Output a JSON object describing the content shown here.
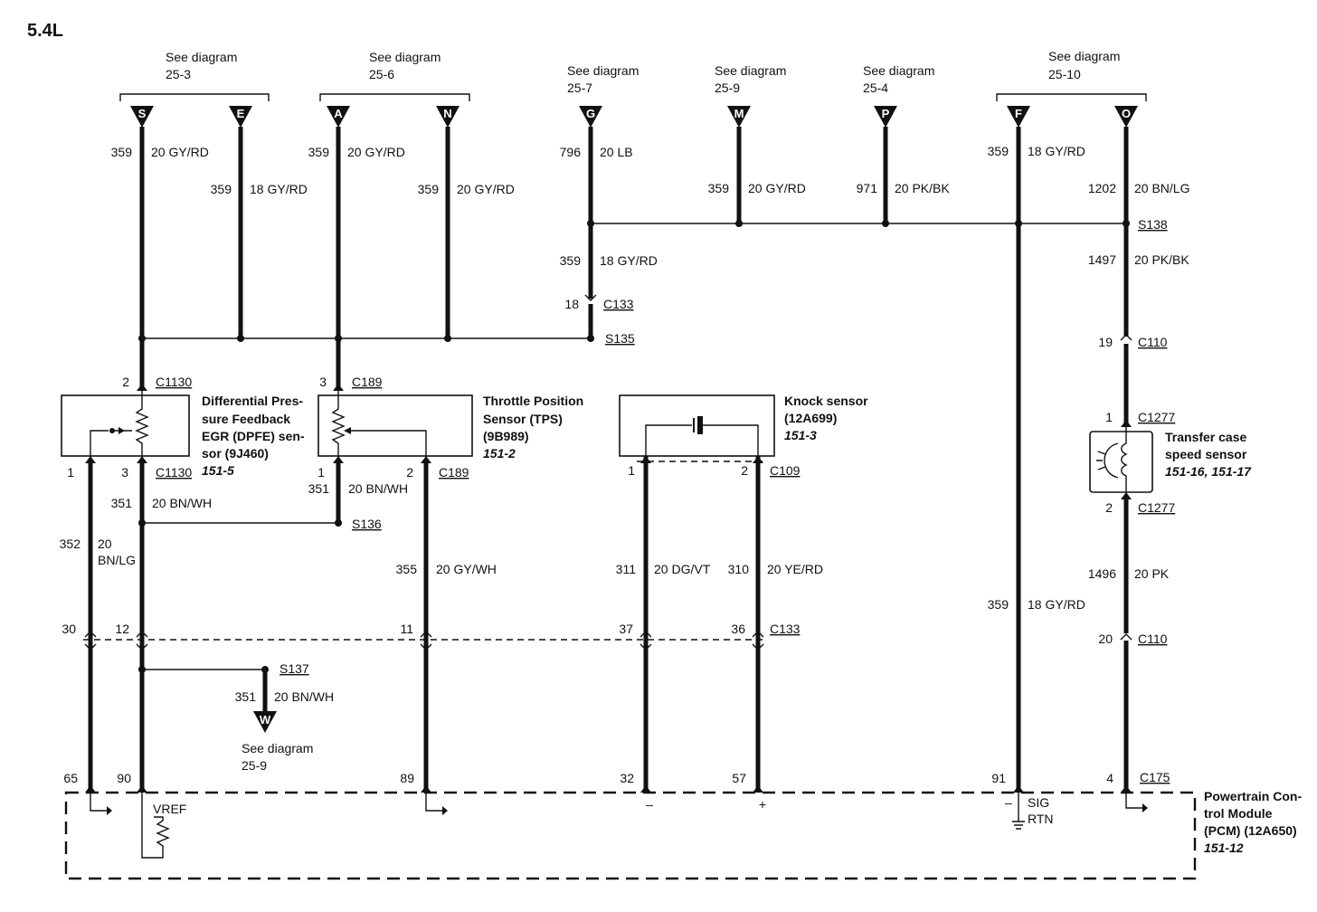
{
  "title": "5.4L",
  "see_diagram": {
    "sd_25_3": {
      "label": "See diagram",
      "ref": "25-3"
    },
    "sd_25_6": {
      "label": "See diagram",
      "ref": "25-6"
    },
    "sd_25_7": {
      "label": "See diagram",
      "ref": "25-7"
    },
    "sd_25_9_top": {
      "label": "See diagram",
      "ref": "25-9"
    },
    "sd_25_4": {
      "label": "See diagram",
      "ref": "25-4"
    },
    "sd_25_10": {
      "label": "See diagram",
      "ref": "25-10"
    },
    "sd_25_9_bottom": {
      "label": "See diagram",
      "ref": "25-9"
    }
  },
  "connectors_top": {
    "S": "S",
    "E": "E",
    "A": "A",
    "N": "N",
    "G": "G",
    "M": "M",
    "P": "P",
    "F": "F",
    "O": "O",
    "W": "W"
  },
  "circuits": {
    "s_top": {
      "num": "359",
      "label": "20 GY/RD"
    },
    "e_top": {
      "num": "359",
      "label": "18 GY/RD"
    },
    "a_top": {
      "num": "359",
      "label": "20 GY/RD"
    },
    "n_top": {
      "num": "359",
      "label": "20 GY/RD"
    },
    "g_top": {
      "num": "796",
      "label": "20 LB"
    },
    "m_top": {
      "num": "359",
      "label": "20 GY/RD"
    },
    "p_top": {
      "num": "971",
      "label": "20 PK/BK"
    },
    "f_top": {
      "num": "359",
      "label": "18 GY/RD"
    },
    "o_top": {
      "num": "1202",
      "label": "20 BN/LG"
    },
    "g_mid": {
      "num": "359",
      "label": "18 GY/RD"
    },
    "o_mid": {
      "num": "1497",
      "label": "20 PK/BK"
    },
    "dpfe_351": {
      "num": "351",
      "label": "20 BN/WH"
    },
    "dpfe_352": {
      "num": "352",
      "label1": "20",
      "label2": "BN/LG"
    },
    "tps_351": {
      "num": "351",
      "label": "20 BN/WH"
    },
    "tps_355": {
      "num": "355",
      "label": "20 GY/WH"
    },
    "ks_311": {
      "num": "311",
      "label": "20 DG/VT"
    },
    "ks_310": {
      "num": "310",
      "label": "20 YE/RD"
    },
    "f_bottom": {
      "num": "359",
      "label": "18 GY/RD"
    },
    "o_bottom": {
      "num": "1496",
      "label": "20 PK"
    },
    "s137_351": {
      "num": "351",
      "label": "20 BN/WH"
    }
  },
  "splices": {
    "s138": "S138",
    "s135": "S135",
    "s136": "S136",
    "s137": "S137"
  },
  "connectors": {
    "c133_top": {
      "pin": "18",
      "name": "C133"
    },
    "c110_top": {
      "pin": "19",
      "name": "C110"
    },
    "c1277_top": {
      "pin": "1",
      "name": "C1277"
    },
    "c1277_bottom": {
      "pin": "2",
      "name": "C1277"
    },
    "c110_bottom": {
      "pin": "20",
      "name": "C110"
    },
    "c1130_top": {
      "pin": "2",
      "name": "C1130"
    },
    "c1130_pin1": "1",
    "c1130_bottom": {
      "pin": "3",
      "name": "C1130"
    },
    "c189_top": {
      "pin": "3",
      "name": "C189"
    },
    "c189_pin1": "1",
    "c189_bottom": {
      "pin": "2",
      "name": "C189"
    },
    "c109_pin1": "1",
    "c109": {
      "pin": "2",
      "name": "C109"
    },
    "c133_row": {
      "p30": "30",
      "p12": "12",
      "p11": "11",
      "p37": "37",
      "p36": "36",
      "name": "C133"
    },
    "c175_row": {
      "p65": "65",
      "p90": "90",
      "p89": "89",
      "p32": "32",
      "p57": "57",
      "p91": "91",
      "p4": "4",
      "name": "C175"
    }
  },
  "components": {
    "dpfe": {
      "l1": "Differential Pres-",
      "l2": "sure Feedback",
      "l3": "EGR (DPFE) sen-",
      "l4": "sor (9J460)",
      "ref": "151-5"
    },
    "tps": {
      "l1": "Throttle Position",
      "l2": "Sensor (TPS)",
      "l3": "(9B989)",
      "ref": "151-2"
    },
    "knock": {
      "l1": "Knock sensor",
      "l2": "(12A699)",
      "ref": "151-3"
    },
    "tcss": {
      "l1": "Transfer case",
      "l2": "speed sensor",
      "ref": "151-16, 151-17"
    },
    "pcm": {
      "l1": "Powertrain Con-",
      "l2": "trol Module",
      "l3": "(PCM) (12A650)",
      "ref": "151-12"
    }
  },
  "pcm_internal": {
    "vref": "VREF",
    "minus1": "–",
    "plus1": "+",
    "minus2": "–",
    "sig": "SIG",
    "rtn": "RTN"
  }
}
